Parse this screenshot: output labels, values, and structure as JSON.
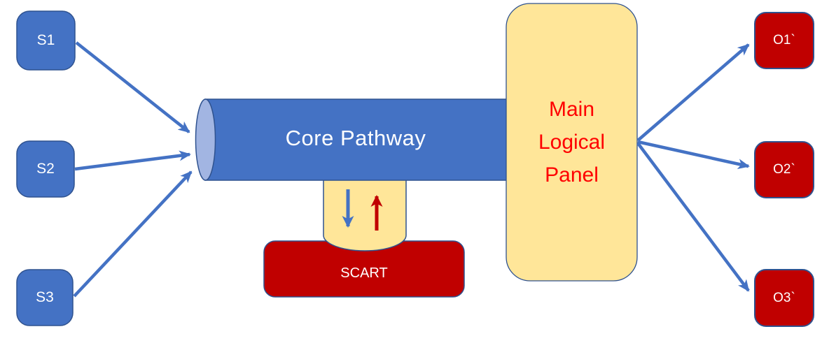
{
  "nodes": {
    "inputs": [
      {
        "label": "S1"
      },
      {
        "label": "S2"
      },
      {
        "label": "S3"
      }
    ],
    "outputs": [
      {
        "label": "O1`"
      },
      {
        "label": "O2`"
      },
      {
        "label": "O3`"
      }
    ],
    "core": {
      "label": "Core Pathway"
    },
    "panel": {
      "lines": [
        "Main",
        "Logical",
        "Panel"
      ]
    },
    "scart": {
      "label": "SCART"
    }
  },
  "colors": {
    "node_blue": "#4472C4",
    "shape_border": "#2F528F",
    "cylinder_cap": "#A2B5E2",
    "node_red": "#C00000",
    "panel_fill": "#FFE699",
    "panel_text_red": "#FF0000",
    "arrow_blue": "#4472C4",
    "arrow_red": "#C00000",
    "label_white": "#FFFFFF"
  }
}
